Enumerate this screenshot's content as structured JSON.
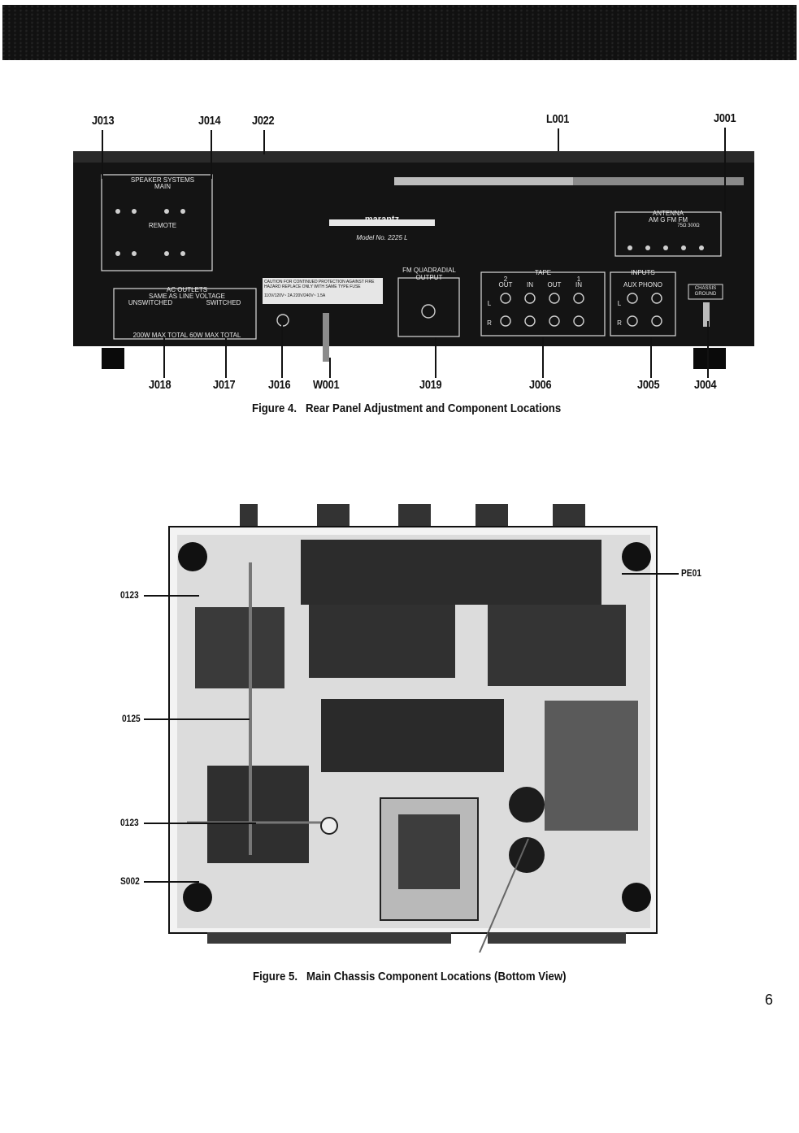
{
  "figure4": {
    "top_callouts": [
      "J013",
      "J014",
      "J022",
      "L001",
      "J001"
    ],
    "bottom_callouts": [
      "J018",
      "J017",
      "J016",
      "W001",
      "J019",
      "J006",
      "J005",
      "J004"
    ],
    "caption_num": "Figure 4.",
    "caption_text": "Rear Panel Adjustment and Component Locations",
    "panel": {
      "speaker_title": "SPEAKER SYSTEMS",
      "main": "MAIN",
      "remote": "REMOTE",
      "ac_outlets": "AC OUTLETS",
      "same_as_line": "SAME AS LINE VOLTAGE",
      "unswitched": "UNSWITCHED",
      "switched": "SWITCHED",
      "ac_total": "200W MAX TOTAL 60W MAX TOTAL",
      "brand": "marantz",
      "model": "Model No. 2225 L",
      "caution": "CAUTION   FOR CONTINUED PROTECTION AGAINST FIRE HAZARD REPLACE ONLY WITH SAME TYPE FUSE",
      "fuse": "110V/120V~ 2A   220V/240V~ 1.5A",
      "fm_quad": "FM QUADRADIAL OUTPUT",
      "tape": "TAPE",
      "tape_cols": [
        "OUT",
        "IN",
        "OUT",
        "IN"
      ],
      "tape_nums": [
        "2",
        "1"
      ],
      "inputs": "INPUTS",
      "aux_phono": "AUX  PHONO",
      "antenna": "ANTENNA",
      "antenna_terms": "AM  G  FM  FM",
      "ohms": "75Ω  300Ω",
      "chassis_ground": "CHASSIS GROUND",
      "l": "L",
      "r": "R"
    }
  },
  "figure5": {
    "left_callouts": [
      "0123",
      "0125",
      "0123",
      "S002"
    ],
    "right_callout": "PE01",
    "caption_num": "Figure 5.",
    "caption_text": "Main Chassis Component Locations (Bottom View)"
  },
  "page_number": "6"
}
